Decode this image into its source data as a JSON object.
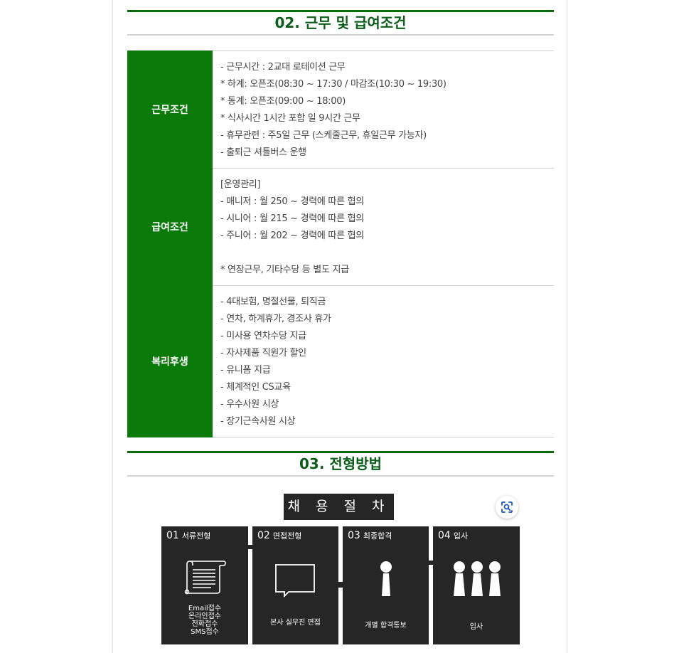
{
  "section2": {
    "title": "02. 근무 및 급여조건",
    "rows": [
      {
        "label": "근무조건",
        "lines": [
          "- 근무시간 : 2교대 로테이션 근무",
          "* 하계: 오픈조(08:30 ~ 17:30 / 마감조(10:30 ~ 19:30)",
          "* 동계: 오픈조(09:00 ~ 18:00)",
          "* 식사시간 1시간 포함 일 9시간 근무",
          "- 휴무관련 : 주5일 근무 (스케줄근무, 휴일근무 가능자)",
          "- 출퇴근 셔틀버스 운행"
        ]
      },
      {
        "label": "급여조건",
        "lines": [
          "[운영관리]",
          "- 매니저 : 월 250 ~ 경력에 따른 협의",
          "- 시니어 : 월 215 ~ 경력에 따른 협의",
          "- 주니어 : 월 202 ~ 경력에 따른 협의",
          "",
          "* 연장근무, 기타수당 등 별도 지급"
        ]
      },
      {
        "label": "복리후생",
        "lines": [
          "- 4대보험, 명절선물, 퇴직금",
          "- 연차, 하계휴가, 경조사 휴가",
          "- 미사용 연차수당 지급",
          "- 자사제품 직원가 할인",
          "- 유니폼 지급",
          "- 체계적인 CS교육",
          "- 우수사원 시상",
          "- 장기근속사원 시상"
        ]
      }
    ]
  },
  "section3": {
    "title": "03. 전형방법",
    "process_title": "채 용 절 차",
    "steps": [
      {
        "num": "01",
        "name": "서류전형",
        "caption": [
          "Email접수",
          "온라인접수",
          "전화접수",
          "SMS접수"
        ],
        "icon": "document-scroll-icon"
      },
      {
        "num": "02",
        "name": "면접전형",
        "caption": [
          "본사 실무진 면접"
        ],
        "icon": "speech-bubble-icon"
      },
      {
        "num": "03",
        "name": "최종합격",
        "caption": [
          "개별 합격통보"
        ],
        "icon": "person-icon"
      },
      {
        "num": "04",
        "name": "입사",
        "caption": [
          "입사"
        ],
        "icon": "three-people-icon"
      }
    ]
  },
  "overlay": {
    "icon": "visual-search-icon"
  },
  "colors": {
    "accent_green": "#0a7b0a",
    "heading_green": "#0b5e1a",
    "step_bg": "#262626"
  }
}
